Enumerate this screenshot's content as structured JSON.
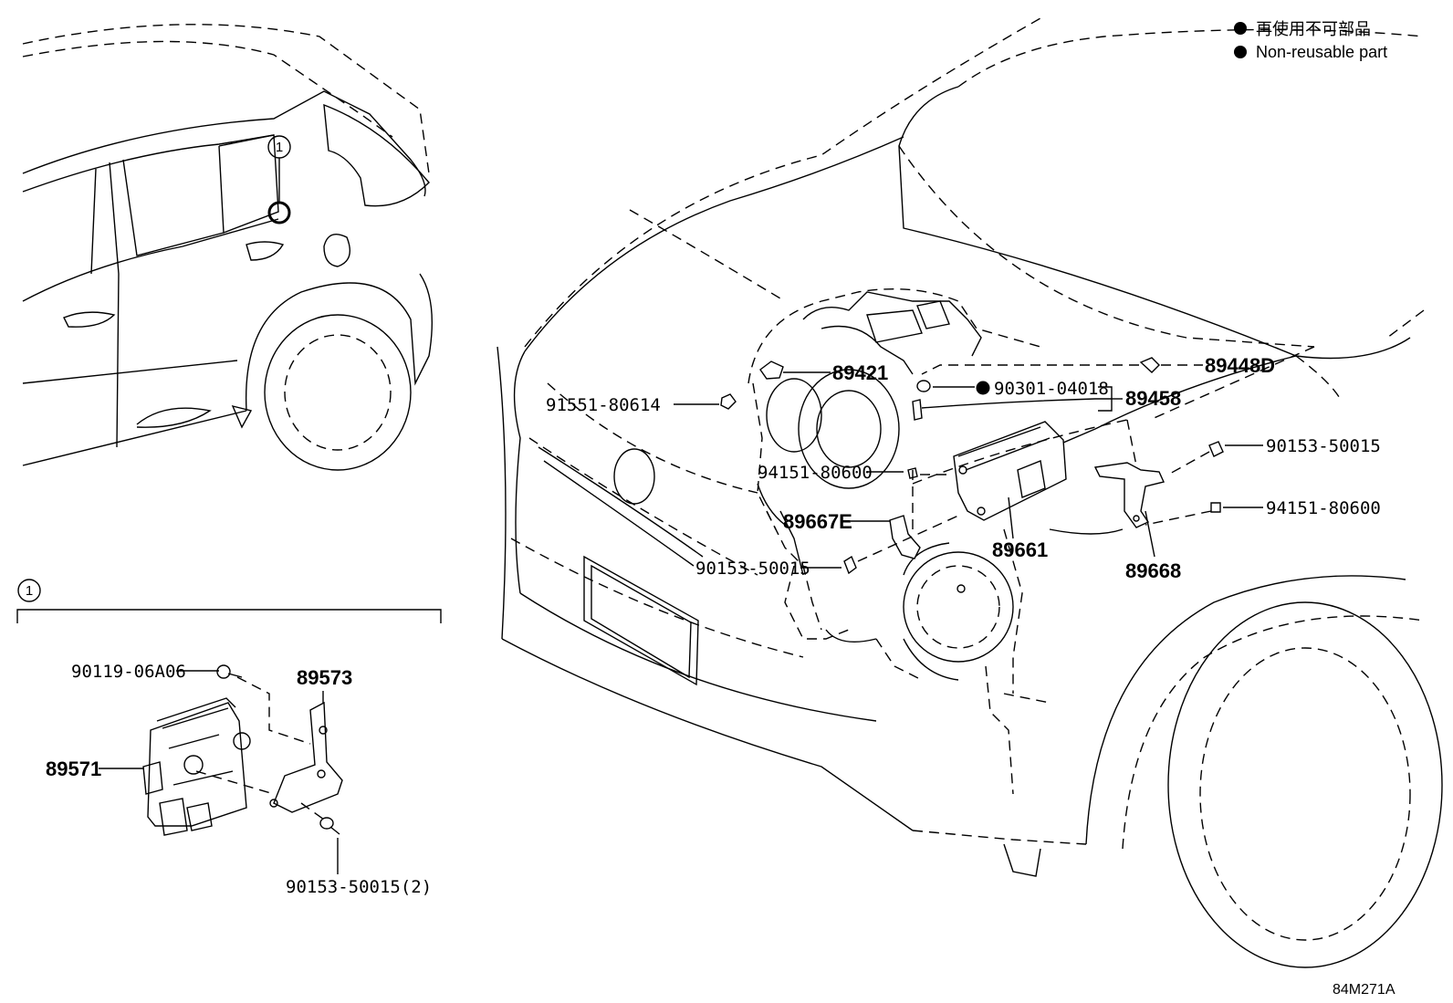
{
  "legend": {
    "items": [
      {
        "text": "再使用不可部品"
      },
      {
        "text": "Non-reusable part"
      }
    ]
  },
  "callouts": {
    "ref_label": "1"
  },
  "main_parts": {
    "p89421": "89421",
    "p89448D": "89448D",
    "p91551_80614": "91551-80614",
    "p90301_04018": "90301-04018",
    "p89458": "89458",
    "p90153_50015_r": "90153-50015",
    "p94151_80600_l": "94151-80600",
    "p94151_80600_r": "94151-80600",
    "p89667E": "89667E",
    "p89661": "89661",
    "p90153_50015_l": "90153-50015",
    "p89668": "89668"
  },
  "inset_parts": {
    "p90119_06A06": "90119-06A06",
    "p89573": "89573",
    "p89571": "89571",
    "p90153_50015_2": "90153-50015(2)"
  },
  "diagram_code": "84M271A"
}
